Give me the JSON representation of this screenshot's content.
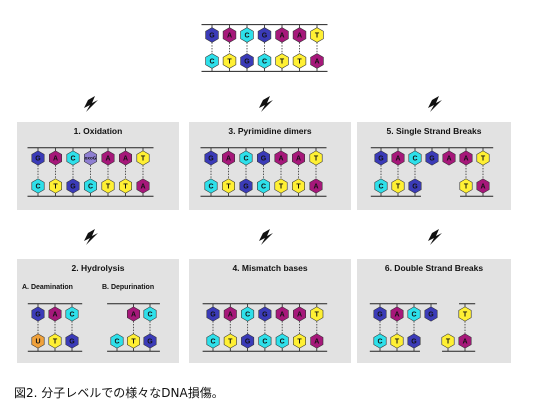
{
  "caption": "図2. 分子レベルでの様々なDNA損傷。",
  "colors": {
    "G": "#3b3bb8",
    "A": "#a6187a",
    "C": "#2ee0ea",
    "T": "#fff034",
    "U": "#f0a23c",
    "oxoG": "#8f7fd2",
    "panel_bg": "#e2e2e2",
    "strand": "#222222"
  },
  "intact_dna": {
    "top": [
      "G",
      "A",
      "C",
      "G",
      "A",
      "A",
      "T"
    ],
    "bottom": [
      "C",
      "T",
      "G",
      "C",
      "T",
      "T",
      "A"
    ]
  },
  "panels": [
    {
      "id": "oxidation",
      "title": "1. Oxidation",
      "top": [
        "G",
        "A",
        "C",
        "oxoG",
        "A",
        "A",
        "T"
      ],
      "bottom": [
        "C",
        "T",
        "G",
        "C",
        "T",
        "T",
        "A"
      ],
      "labels": {
        "oxoG": "oxoG"
      }
    },
    {
      "id": "pyrimidine-dimers",
      "title": "3. Pyrimidine dimers",
      "top": [
        "G",
        "A",
        "C",
        "G",
        "A",
        "A",
        "T"
      ],
      "bottom": [
        "C",
        "T",
        "G",
        "C",
        "T",
        "T",
        "A"
      ]
    },
    {
      "id": "single-strand-breaks",
      "title": "5. Single Strand Breaks",
      "top": [
        "G",
        "A",
        "C",
        "G",
        "A",
        "A",
        "T"
      ],
      "bottom": [
        "C",
        "T",
        "G",
        null,
        null,
        "T",
        "A"
      ]
    },
    {
      "id": "hydrolysis",
      "title": "2. Hydrolysis",
      "subpanels": [
        {
          "id": "deamination",
          "label": "A. Deamination",
          "top": [
            "G",
            "A",
            "C"
          ],
          "bottom": [
            "U",
            "T",
            "G"
          ]
        },
        {
          "id": "depurination",
          "label": "B. Depurination",
          "top": [
            null,
            "A",
            "C"
          ],
          "bottom": [
            "C",
            "T",
            "G"
          ]
        }
      ]
    },
    {
      "id": "mismatch-bases",
      "title": "4. Mismatch bases",
      "top": [
        "G",
        "A",
        "C",
        "G",
        "A",
        "A",
        "T"
      ],
      "bottom": [
        "C",
        "T",
        "G",
        "C",
        "C",
        "T",
        "A"
      ]
    },
    {
      "id": "double-strand-breaks",
      "title": "6. Double Strand Breaks",
      "top": [
        "G",
        "A",
        "C",
        "G",
        null,
        "T"
      ],
      "bottom": [
        "C",
        "T",
        "G",
        null,
        "T",
        "A"
      ]
    }
  ]
}
